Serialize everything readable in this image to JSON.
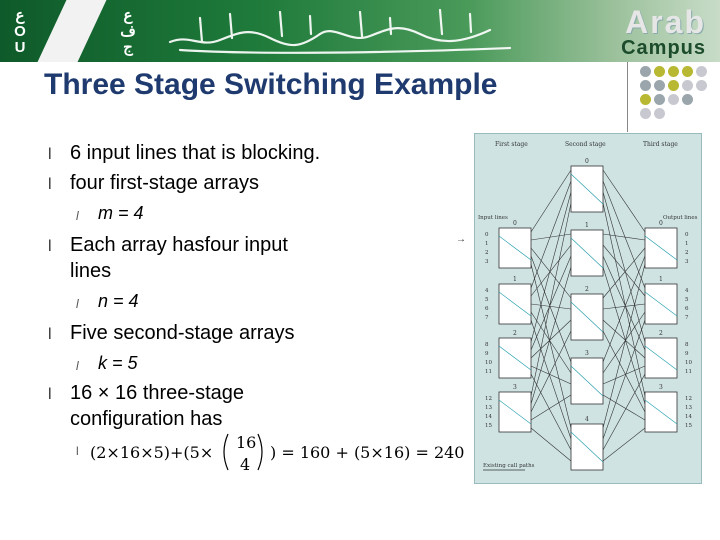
{
  "banner": {
    "aou_left": [
      "ع",
      "O",
      "U"
    ],
    "aou_right": [
      "ع",
      "ف",
      "ج"
    ],
    "arab_text": "Arab",
    "campus_text": "Campus",
    "colors": {
      "green_dark": "#0f5a2a",
      "accent_olive": "#b8b832",
      "accent_gray": "#9aa6ac"
    }
  },
  "title": "Three Stage Switching Example",
  "bullets": [
    {
      "level": 1,
      "text": "6 input lines that is blocking."
    },
    {
      "level": 1,
      "text": "four first-stage arrays"
    },
    {
      "level": 2,
      "text": "m = 4"
    },
    {
      "level": 1,
      "text": "Each array hasfour input lines"
    },
    {
      "level": 2,
      "text": "n = 4"
    },
    {
      "level": 1,
      "text": "Five second-stage arrays"
    },
    {
      "level": 2,
      "text": "k = 5"
    },
    {
      "level": 1,
      "text": "16 × 16 three-stage configuration has"
    }
  ],
  "formula": {
    "part1": "(2×16×5)+(5×",
    "binom_top": "16",
    "binom_bottom": "4",
    "part2": ") = 160 + (5×16) = 240"
  },
  "diagram": {
    "stage_labels": [
      "First stage",
      "Second stage",
      "Third stage"
    ],
    "input_label": "Input lines",
    "output_label": "Output lines",
    "first_stage_ids": [
      "0",
      "1",
      "2",
      "3"
    ],
    "second_stage_ids": [
      "0",
      "1",
      "2",
      "3",
      "4"
    ],
    "third_stage_ids": [
      "0",
      "1",
      "2",
      "3"
    ],
    "line_numbers": [
      "0",
      "1",
      "2",
      "3",
      "4",
      "5",
      "6",
      "7",
      "8",
      "9",
      "10",
      "11",
      "12",
      "13",
      "14",
      "15"
    ],
    "legend": "Existing call paths"
  }
}
